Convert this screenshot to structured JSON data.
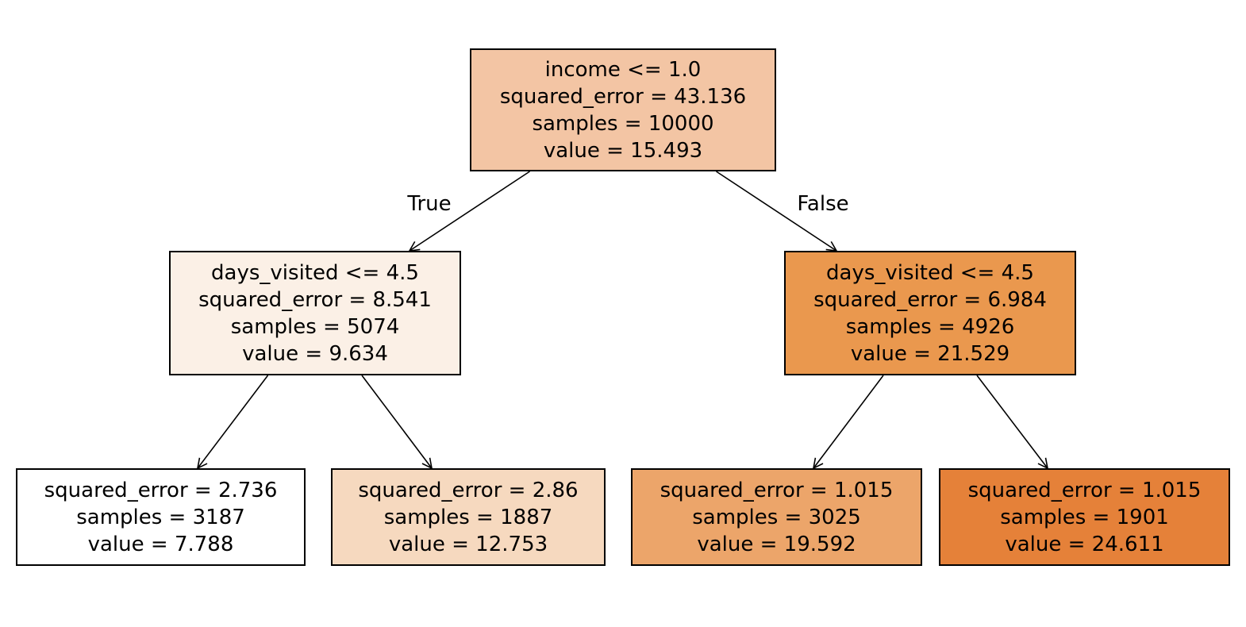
{
  "figure": {
    "background": "#ffffff",
    "line_color": "#000000"
  },
  "edge_labels": {
    "true": "True",
    "false": "False"
  },
  "nodes": [
    {
      "name": "root",
      "fill": "#f3c5a4",
      "lines": [
        "income <= 1.0",
        "squared_error = 43.136",
        "samples = 10000",
        "value = 15.493"
      ]
    },
    {
      "name": "left-split",
      "fill": "#fbf0e6",
      "lines": [
        "days_visited <= 4.5",
        "squared_error = 8.541",
        "samples = 5074",
        "value = 9.634"
      ]
    },
    {
      "name": "right-split",
      "fill": "#ea984e",
      "lines": [
        "days_visited <= 4.5",
        "squared_error = 6.984",
        "samples = 4926",
        "value = 21.529"
      ]
    },
    {
      "name": "leaf-1",
      "fill": "#ffffff",
      "lines": [
        "squared_error = 2.736",
        "samples = 3187",
        "value = 7.788"
      ]
    },
    {
      "name": "leaf-2",
      "fill": "#f6d9bf",
      "lines": [
        "squared_error = 2.86",
        "samples = 1887",
        "value = 12.753"
      ]
    },
    {
      "name": "leaf-3",
      "fill": "#eca56a",
      "lines": [
        "squared_error = 1.015",
        "samples = 3025",
        "value = 19.592"
      ]
    },
    {
      "name": "leaf-4",
      "fill": "#e58139",
      "lines": [
        "squared_error = 1.015",
        "samples = 1901",
        "value = 24.611"
      ]
    }
  ]
}
